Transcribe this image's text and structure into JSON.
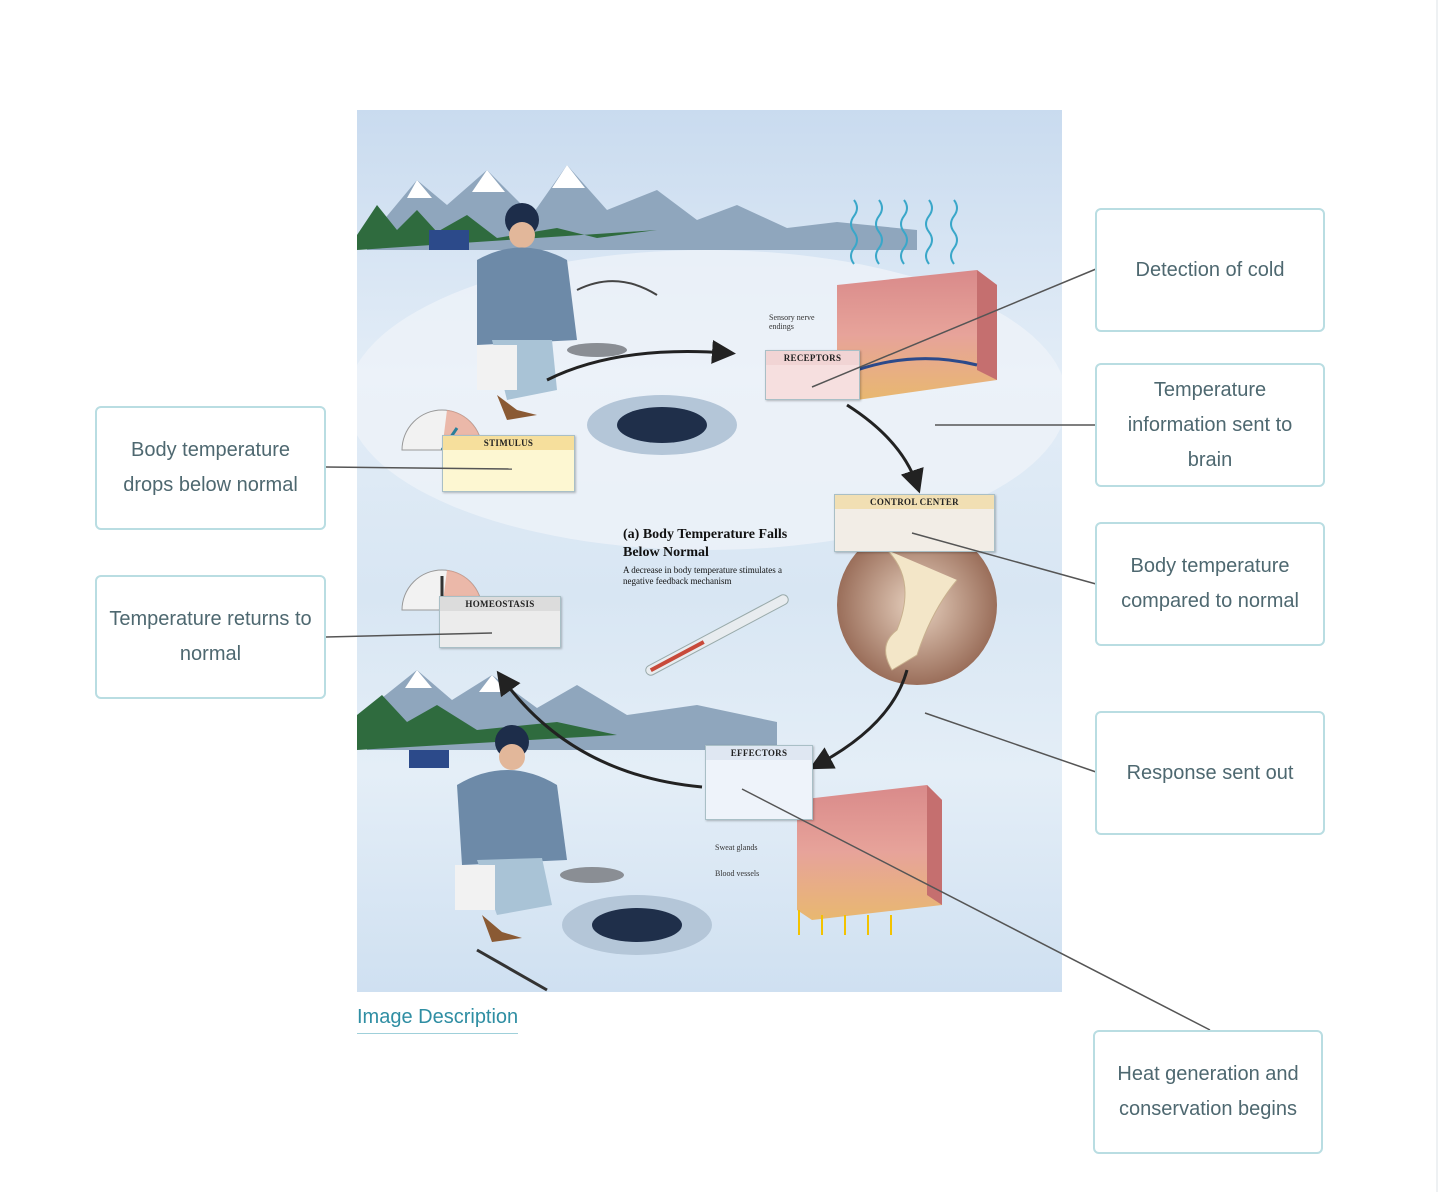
{
  "figure": {
    "labels": {
      "stimulus": "STIMULUS",
      "receptors": "RECEPTORS",
      "control_center": "CONTROL CENTER",
      "homeostasis": "HOMEOSTASIS",
      "effectors": "EFFECTORS"
    },
    "small_text": {
      "sensory_nerve_endings": "Sensory nerve endings",
      "sweat_glands": "Sweat glands",
      "blood_vessels": "Blood vessels"
    },
    "caption_title": "(a) Body Temperature Falls Below Normal",
    "caption_desc": "A decrease in body temperature stimulates a negative feedback mechanism"
  },
  "answers": {
    "detection_of_cold": "Detection of cold",
    "info_sent_to_brain": "Temperature information sent to brain",
    "compared_to_normal": "Body temperature compared to normal",
    "response_sent_out": "Response sent out",
    "heat_generation": "Heat generation and conservation begins",
    "drops_below_normal": "Body temperature drops below normal",
    "returns_to_normal": "Temperature returns to normal"
  },
  "image_description_link": "Image Description"
}
